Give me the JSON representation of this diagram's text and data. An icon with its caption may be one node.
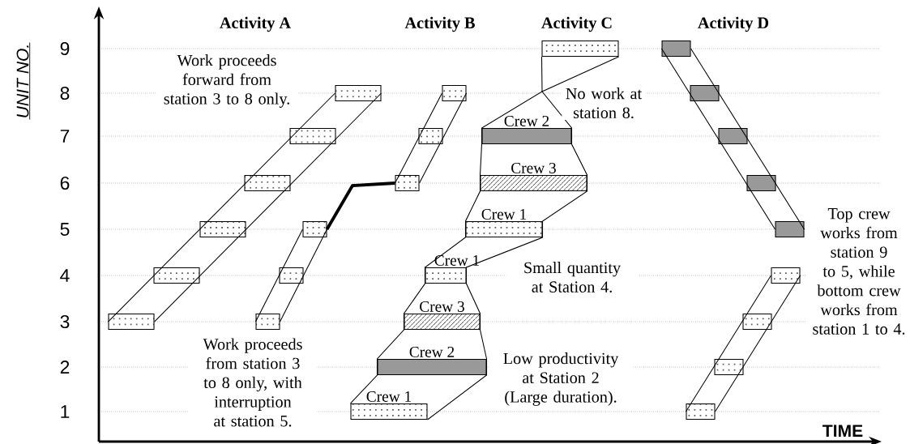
{
  "diagram": {
    "nodes": [
      {
        "text": [],
        "shape": "bar"
      },
      {
        "text": [],
        "shape": "bar"
      },
      {
        "text": [],
        "shape": "bar"
      },
      {
        "text": [],
        "shape": "bar"
      },
      {
        "text": [],
        "shape": "bar"
      },
      {
        "text": [],
        "shape": "bar"
      },
      {
        "text": [],
        "shape": "bar"
      },
      {
        "text": [],
        "shape": "bar"
      },
      {
        "text": [],
        "shape": "bar"
      },
      {
        "text": [],
        "shape": "bar"
      },
      {
        "text": [],
        "shape": "bar"
      },
      {
        "text": [],
        "shape": "bar"
      },
      {
        "text": [
          "Crew 1"
        ]
      },
      {
        "text": [
          "Crew 2"
        ]
      },
      {
        "text": [
          "Crew 3"
        ]
      },
      {
        "text": [
          "Crew 1"
        ]
      },
      {
        "text": [
          "Crew 1"
        ]
      },
      {
        "text": [
          "Crew 3"
        ]
      },
      {
        "text": [
          "Crew 2"
        ]
      },
      {
        "text": [],
        "shape": "bar"
      },
      {
        "text": [],
        "shape": "bar"
      },
      {
        "text": [],
        "shape": "bar"
      },
      {
        "text": [],
        "shape": "bar"
      },
      {
        "text": [],
        "shape": "bar"
      },
      {
        "text": [],
        "shape": "bar"
      },
      {
        "text": [],
        "shape": "bar"
      },
      {
        "text": [],
        "shape": "bar"
      },
      {
        "text": [],
        "shape": "bar"
      },
      {
        "text": [],
        "shape": "bar"
      }
    ],
    "edges": [
      {
        "from": 0,
        "to": 5,
        "arrow": "none"
      },
      {
        "from": 0,
        "to": 5,
        "arrow": "none"
      },
      {
        "from": 6,
        "to": 8,
        "arrow": "none"
      },
      {
        "from": 6,
        "to": 8,
        "arrow": "none"
      },
      {
        "from": 8,
        "to": 9,
        "arrow": "none",
        "style": "thick"
      },
      {
        "from": 9,
        "to": 11,
        "arrow": "none"
      },
      {
        "from": 9,
        "to": 11,
        "arrow": "none"
      },
      {
        "from": 12,
        "to": 19,
        "arrow": "none"
      },
      {
        "from": 12,
        "to": 19,
        "arrow": "none"
      },
      {
        "from": 20,
        "to": 24,
        "arrow": "none"
      },
      {
        "from": 20,
        "to": 24,
        "arrow": "none"
      },
      {
        "from": 25,
        "to": 28,
        "arrow": "none"
      },
      {
        "from": 25,
        "to": 28,
        "arrow": "none"
      }
    ],
    "labels": [
      "Activity A",
      "Activity B",
      "Activity C",
      "Activity D",
      "UNIT NO.",
      "9",
      "8",
      "7",
      "6",
      "5",
      "4",
      "3",
      "2",
      "1",
      "Work proceeds forward from station 3 to 8 only.",
      "No work at station 8.",
      "Top crew works from station 9 to 5, while bottom crew works from station 1 to 4.",
      "Small quantity at Station 4.",
      "Low productivity at Station 2 (Large duration).",
      "Work proceeds from station 3 to 8 only, with interruption at station 5.",
      "TIME"
    ]
  }
}
